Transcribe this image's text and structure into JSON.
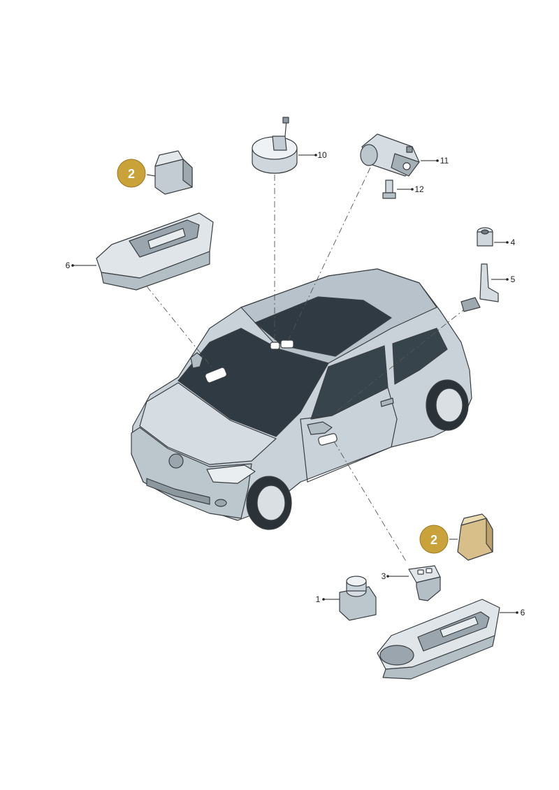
{
  "callouts": {
    "c1": "1",
    "c2a": "2",
    "c2b": "2",
    "c3": "3",
    "c4": "4",
    "c5": "5",
    "c6a": "6",
    "c6b": "6",
    "c10": "10",
    "c11": "11",
    "c12": "12"
  },
  "colors": {
    "badge": "#c9a23a",
    "highlight_part": "#d8bf8a",
    "car_body": "#c9d2d8",
    "glass": "#2f3a42"
  }
}
